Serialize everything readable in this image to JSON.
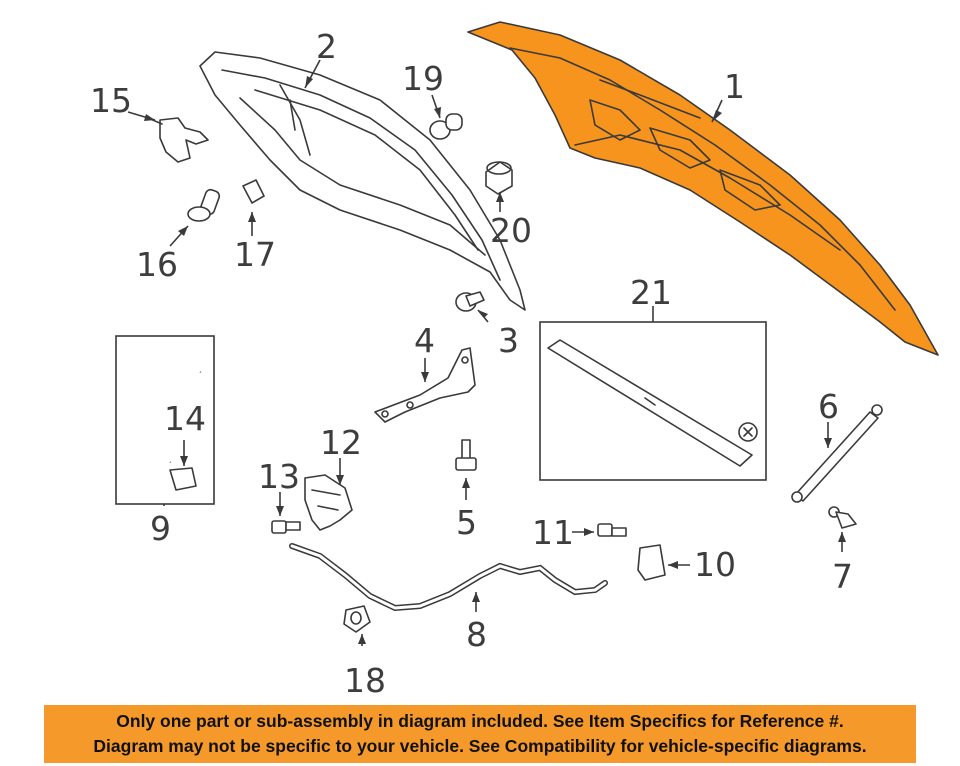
{
  "colors": {
    "highlight": "#f7941d",
    "banner": "#f59a2a",
    "line": "#3a3a3a"
  },
  "callouts": {
    "c1": "1",
    "c2": "2",
    "c3": "3",
    "c4": "4",
    "c5": "5",
    "c6": "6",
    "c7": "7",
    "c8": "8",
    "c9": "9",
    "c10": "10",
    "c11": "11",
    "c12": "12",
    "c13": "13",
    "c14": "14",
    "c15": "15",
    "c16": "16",
    "c17": "17",
    "c18": "18",
    "c19": "19",
    "c20": "20",
    "c21": "21"
  },
  "banner": {
    "line1": "Only one part or sub-assembly in diagram included. See Item Specifics for Reference #.",
    "line2": "Diagram may not be specific to your vehicle. See Compatibility for vehicle-specific diagrams."
  }
}
